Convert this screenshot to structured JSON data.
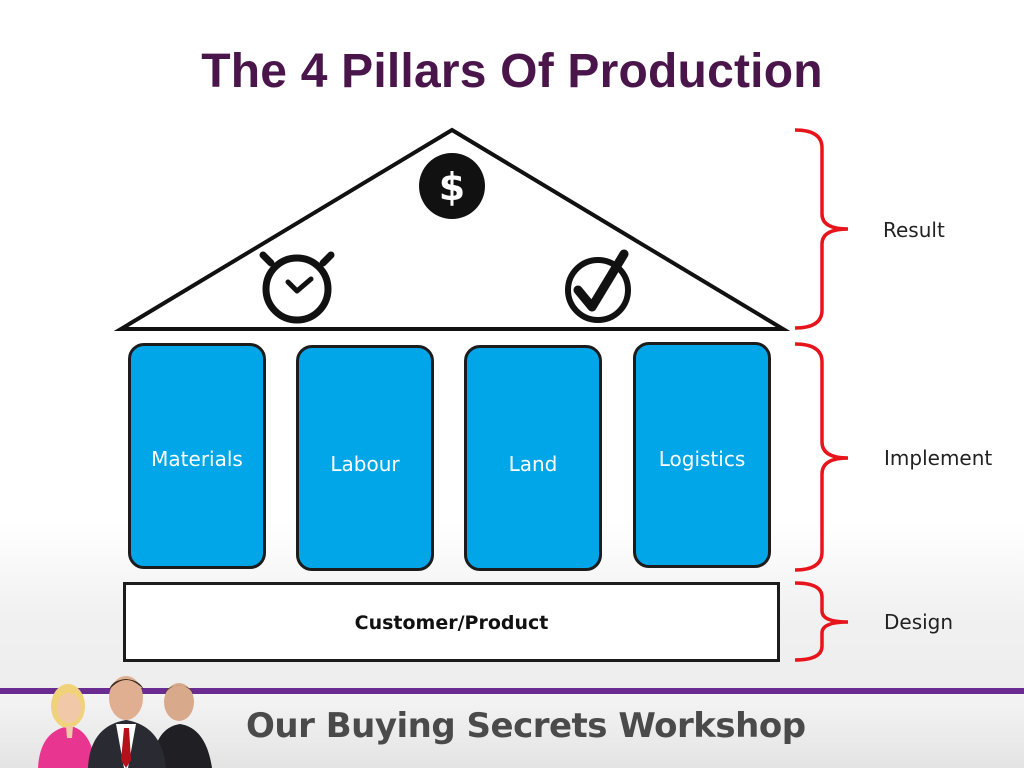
{
  "slide": {
    "title": "The 4 Pillars Of Production"
  },
  "roof": {
    "top_icon": "dollar-icon",
    "top_icon_text": "$",
    "left_icon": "stopwatch-icon",
    "right_icon": "checkmark-circle-icon"
  },
  "pillars": [
    {
      "label": "Materials"
    },
    {
      "label": "Labour"
    },
    {
      "label": "Land"
    },
    {
      "label": "Logistics"
    }
  ],
  "base": {
    "label": "Customer/Product"
  },
  "levels": [
    {
      "label": "Result"
    },
    {
      "label": "Implement"
    },
    {
      "label": "Design"
    }
  ],
  "footer": {
    "text": "Our Buying Secrets Workshop"
  },
  "colors": {
    "title": "#4a154b",
    "pillar_fill": "#00a6e8",
    "bracket": "#e8141c",
    "footer_bar": "#6a2c91"
  }
}
